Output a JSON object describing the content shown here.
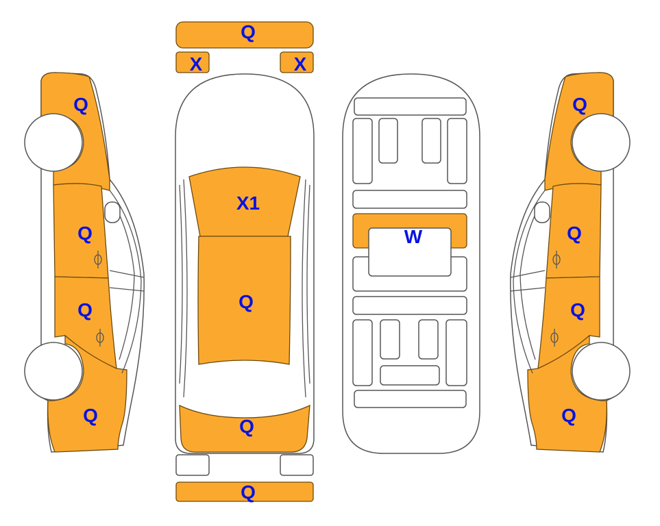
{
  "colors": {
    "damaged": "#FBA92E",
    "label": "#0A12E0",
    "outline": "#555555"
  },
  "front_bumper": {
    "label": "Q"
  },
  "headlight_left": {
    "label": "X"
  },
  "headlight_right": {
    "label": "X"
  },
  "windshield": {
    "label": "X1"
  },
  "roof": {
    "label": "Q"
  },
  "rear_window": {
    "label": "Q"
  },
  "rear_bumper": {
    "label": "Q"
  },
  "underbody": {
    "label": "W"
  },
  "left_side": {
    "front_fender": "Q",
    "front_door": "Q",
    "rear_door": "Q",
    "rear_fender": "Q"
  },
  "right_side": {
    "front_fender": "Q",
    "front_door": "Q",
    "rear_door": "Q",
    "rear_fender": "Q"
  }
}
